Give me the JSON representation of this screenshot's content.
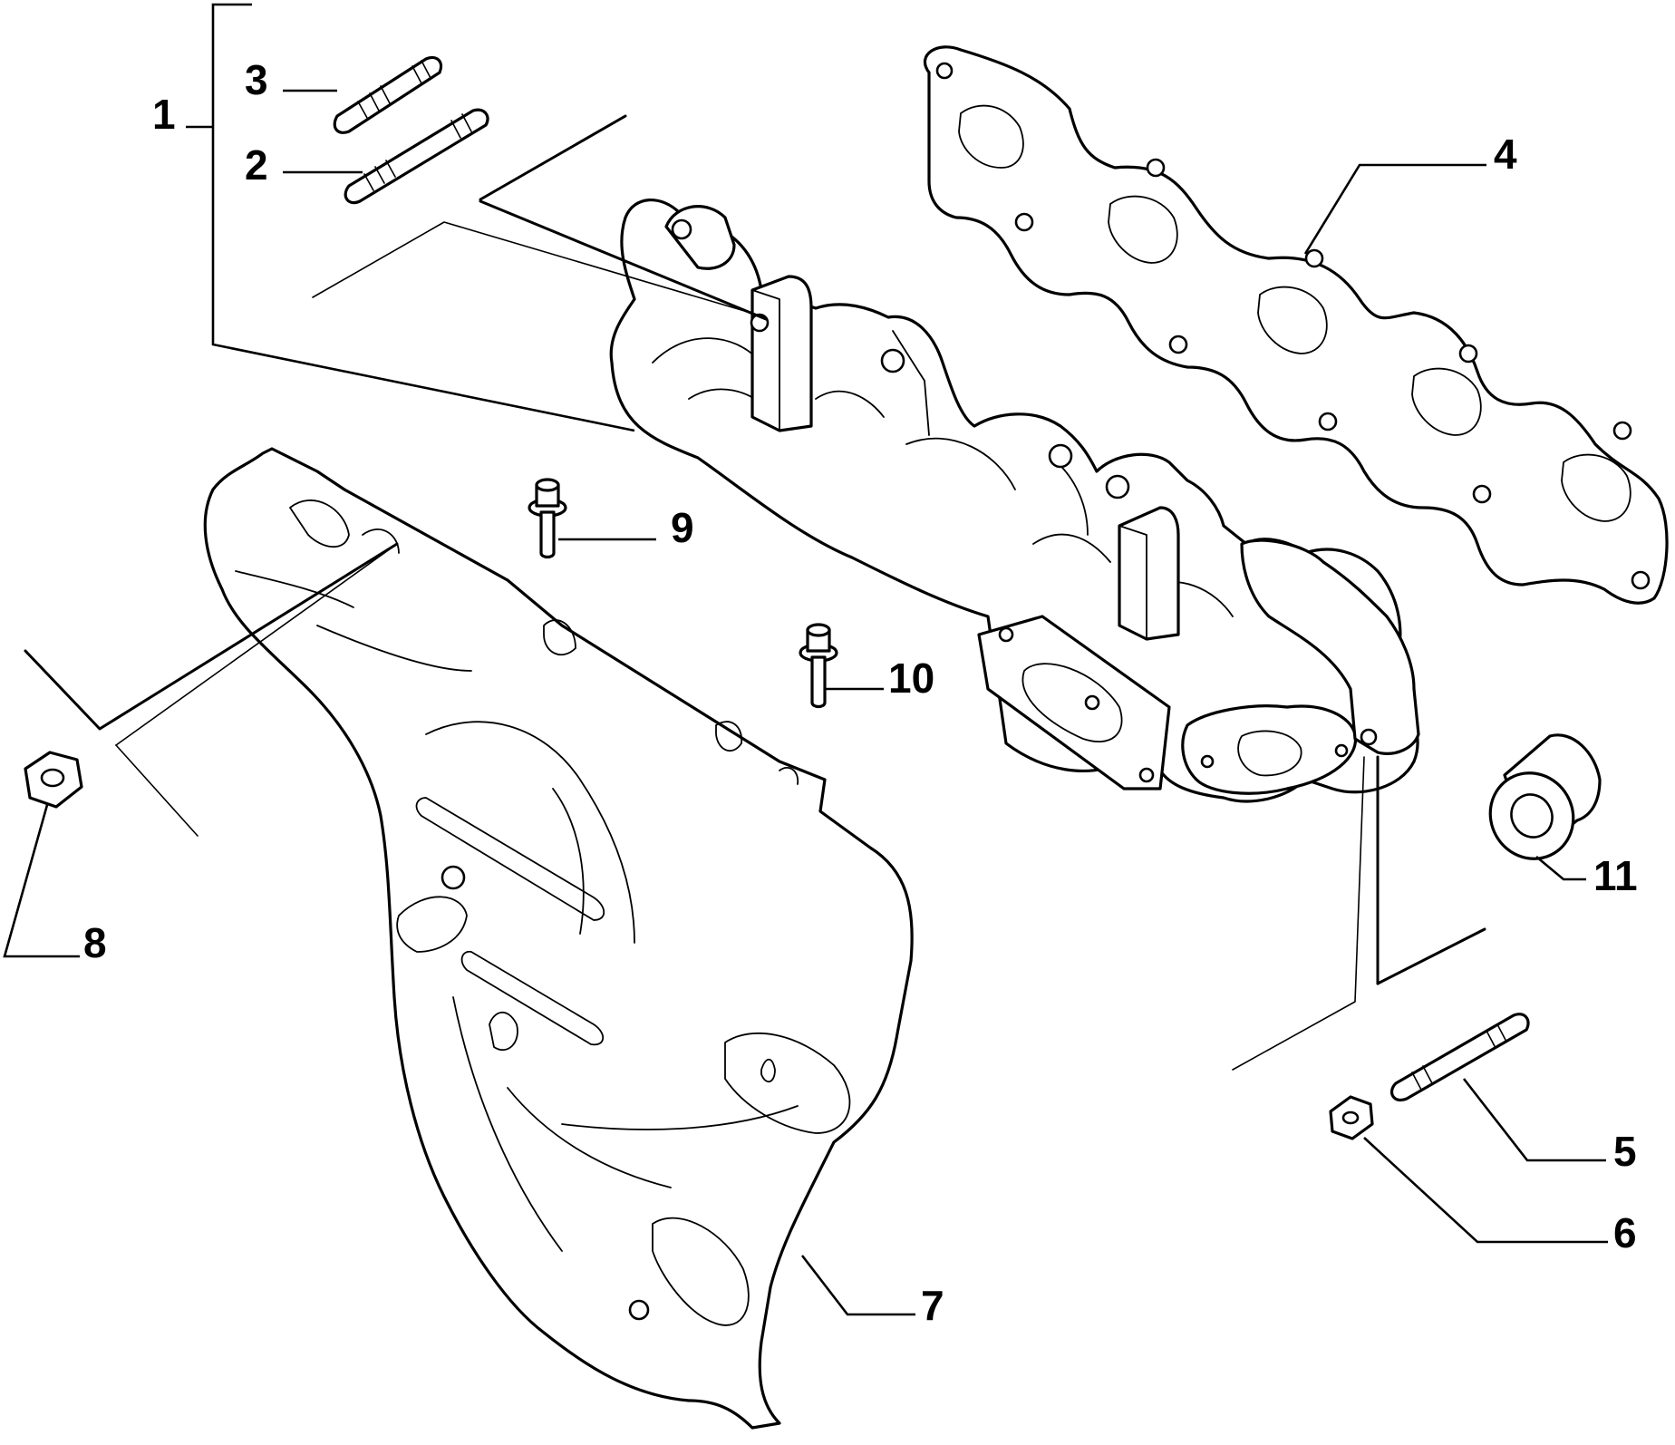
{
  "diagram": {
    "callouts": [
      {
        "id": "1",
        "label": "1"
      },
      {
        "id": "2",
        "label": "2"
      },
      {
        "id": "3",
        "label": "3"
      },
      {
        "id": "4",
        "label": "4"
      },
      {
        "id": "5",
        "label": "5"
      },
      {
        "id": "6",
        "label": "6"
      },
      {
        "id": "7",
        "label": "7"
      },
      {
        "id": "8",
        "label": "8"
      },
      {
        "id": "9",
        "label": "9"
      },
      {
        "id": "10",
        "label": "10"
      },
      {
        "id": "11",
        "label": "11"
      }
    ],
    "parts": [
      {
        "callout": "1",
        "icon": "exhaust-manifold-icon"
      },
      {
        "callout": "2",
        "icon": "stud-icon"
      },
      {
        "callout": "3",
        "icon": "stud-icon"
      },
      {
        "callout": "4",
        "icon": "gasket-icon"
      },
      {
        "callout": "5",
        "icon": "stud-icon"
      },
      {
        "callout": "6",
        "icon": "hex-nut-icon"
      },
      {
        "callout": "7",
        "icon": "heat-shield-icon"
      },
      {
        "callout": "8",
        "icon": "hex-nut-icon"
      },
      {
        "callout": "9",
        "icon": "flange-bolt-icon"
      },
      {
        "callout": "10",
        "icon": "flange-bolt-icon"
      },
      {
        "callout": "11",
        "icon": "spacer-bushing-icon"
      }
    ]
  }
}
